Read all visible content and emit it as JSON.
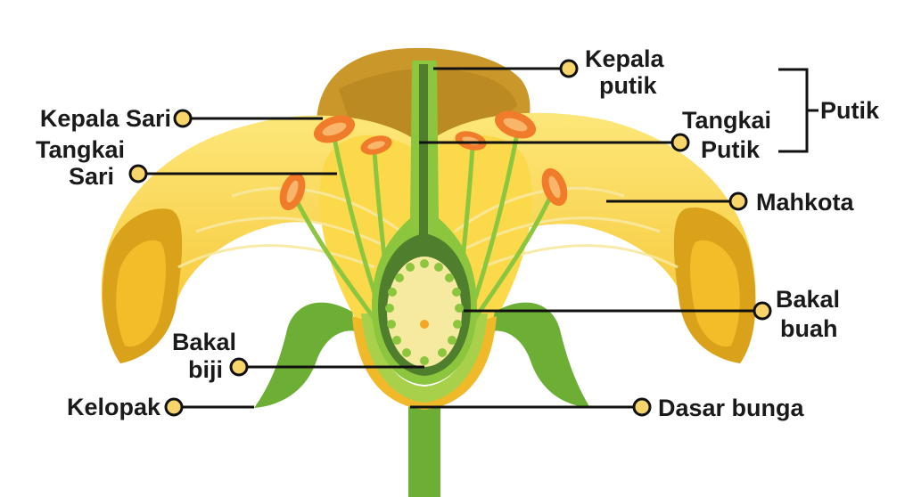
{
  "labels": {
    "kepala_sari": "Kepala Sari",
    "tangkai_sari_1": "Tangkai",
    "tangkai_sari_2": "Sari",
    "kepala_putik_1": "Kepala",
    "kepala_putik_2": "putik",
    "tangkai_putik_1": "Tangkai",
    "tangkai_putik_2": "Putik",
    "putik": "Putik",
    "mahkota": "Mahkota",
    "bakal_buah_1": "Bakal",
    "bakal_buah_2": "buah",
    "bakal_biji_1": "Bakal",
    "bakal_biji_2": "biji",
    "kelopak": "Kelopak",
    "dasar_bunga": "Dasar bunga"
  },
  "colors": {
    "petal_light": "#fbd94a",
    "petal_mid": "#f3bd2a",
    "petal_dark": "#d9a21a",
    "petal_back": "#c9972a",
    "stem_green": "#6dae34",
    "stem_light": "#a9d04a",
    "ovary_dark": "#4f7f2c",
    "ovary_inner": "#f5eaa0",
    "anther": "#f07b2a",
    "marker_fill": "#f8d56a",
    "leader": "#111111"
  }
}
